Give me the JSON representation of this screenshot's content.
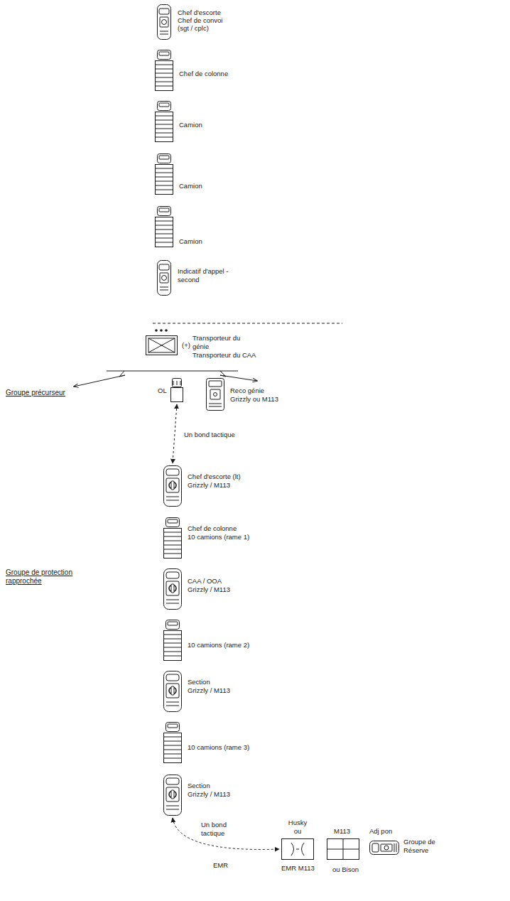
{
  "diagram": {
    "nodes": [
      {
        "text": [
          "Chef d'escorte",
          "Chef de convoi",
          "(sgt / cplc)"
        ]
      },
      {
        "text": [
          "Chef de colonne"
        ]
      },
      {
        "text": [
          "Camion"
        ]
      },
      {
        "text": [
          "Camion"
        ]
      },
      {
        "text": [
          "Camion"
        ]
      },
      {
        "text": [
          "Indicatif d'appel - second"
        ]
      },
      {
        "text": [
          "Transporteur du génie",
          "Transporteur du CAA"
        ]
      },
      {
        "text": [
          "OL"
        ]
      },
      {
        "text": [
          "Reco génie",
          "Grizzly ou M113"
        ]
      },
      {
        "text": [
          "Chef d'escorte (lt)",
          "Grizzly / M113"
        ]
      },
      {
        "text": [
          "Chef de colonne",
          "10 camions (rame 1)"
        ]
      },
      {
        "text": [
          "CAA / OOA",
          "Grizzly / M113"
        ]
      },
      {
        "text": [
          "10 camions (rame 2)"
        ]
      },
      {
        "text": [
          "Section",
          "Grizzly / M113"
        ]
      },
      {
        "text": [
          "10 camions (rame 3)"
        ]
      },
      {
        "text": [
          "Section",
          "Grizzly / M113"
        ]
      },
      {
        "text": [
          "Husky ou",
          "EMR M113"
        ]
      },
      {
        "text": [
          "M113",
          "ou Bison"
        ]
      },
      {
        "text": [
          "Adj pon",
          "Groupe de Réserve"
        ]
      }
    ],
    "edges": [
      {
        "from": 7,
        "to": 9,
        "arrow": "both",
        "label": "Un bond tactique"
      },
      {
        "from": 15,
        "to": 16,
        "arrow": "both",
        "label": "Un bond tactique"
      }
    ],
    "labels": [
      "(+)",
      "Groupe précurseur",
      "Groupe de protection rapprochée",
      "EMR"
    ]
  }
}
